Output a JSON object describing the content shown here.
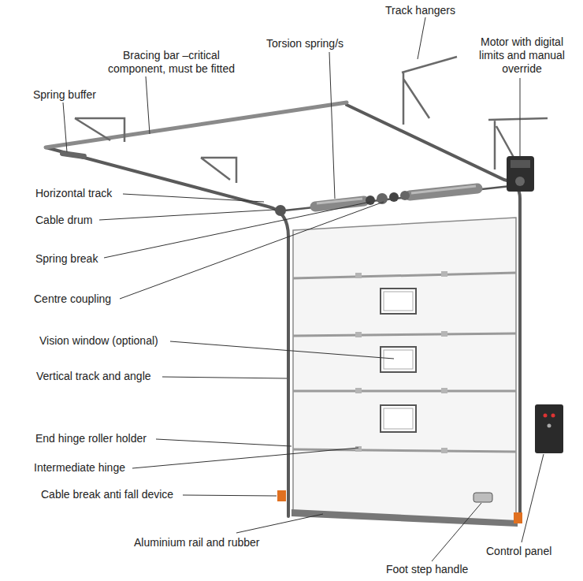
{
  "diagram": {
    "labels": [
      "Track hangers",
      "Bracing bar –critical component, must be fitted",
      "Torsion spring/s",
      "Motor with digital limits and manual override",
      "Spring buffer",
      "Horizontal track",
      "Cable drum",
      "Spring break",
      "Centre coupling",
      "Vision window (optional)",
      "Vertical track and angle",
      "End hinge roller holder",
      "Intermediate hinge",
      "Cable break anti fall device",
      "Aluminium rail and rubber",
      "Foot step handle",
      "Control panel"
    ]
  }
}
